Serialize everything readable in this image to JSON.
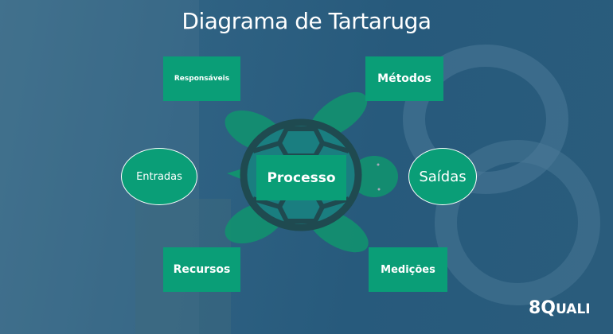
{
  "title": "Diagrama de Tartaruga",
  "nodes": {
    "responsaveis": "Responsáveis",
    "metodos": "Métodos",
    "entradas": "Entradas",
    "processo": "Processo",
    "saidas": "Saídas",
    "recursos": "Recursos",
    "medicoes": "Medições"
  },
  "logo": {
    "main": "8Q",
    "rest": "UALI"
  },
  "colors": {
    "box": "#0a9e77",
    "background": "#2a5c7c",
    "turtle": "#12916f",
    "shell": "#1f4a50"
  }
}
